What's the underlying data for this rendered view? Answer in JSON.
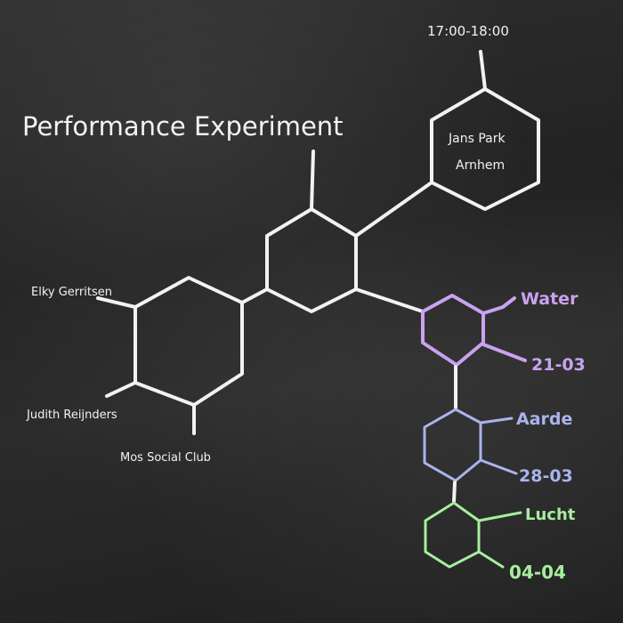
{
  "title": "Performance Experiment",
  "time": "17:00-18:00",
  "location": {
    "line1": "Jans Park",
    "line2": "Arnhem"
  },
  "people": [
    "Elky Gerritsen",
    "Judith Reijnders",
    "Mos Social Club"
  ],
  "sessions": [
    {
      "element": "Water",
      "date": "21-03",
      "color": "#c9a2f0"
    },
    {
      "element": "Aarde",
      "date": "28-03",
      "color": "#a9b4ee"
    },
    {
      "element": "Lucht",
      "date": "04-04",
      "color": "#a6ee9e"
    }
  ]
}
